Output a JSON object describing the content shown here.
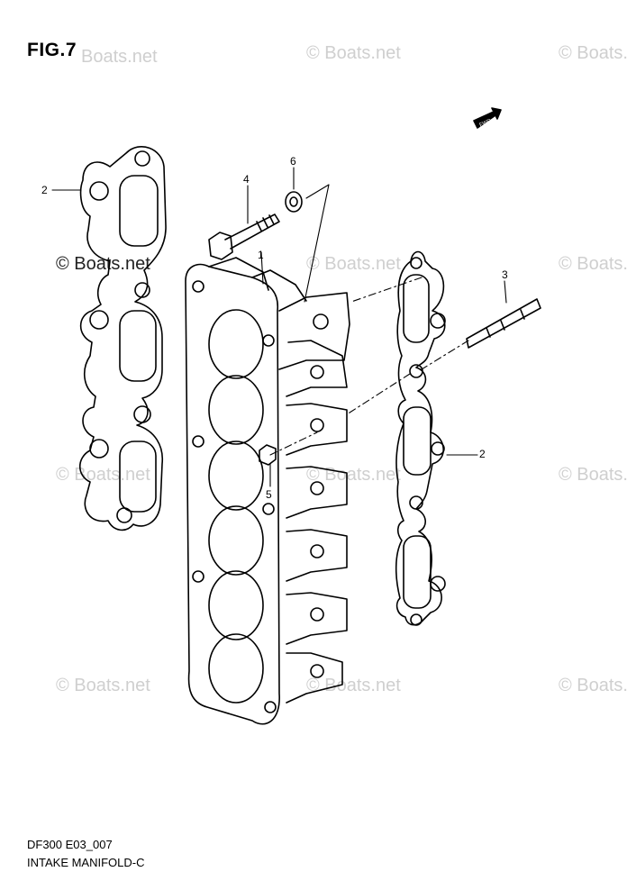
{
  "figure": {
    "label": "FIG.7"
  },
  "watermark": {
    "text": "© Boats.net",
    "text_short": "Boats.net"
  },
  "fwd_label": "FWD",
  "callouts": {
    "c1": "1",
    "c2a": "2",
    "c2b": "2",
    "c3": "3",
    "c4": "4",
    "c5": "5",
    "c6": "6"
  },
  "footer": {
    "code": "DF300 E03_007",
    "name": "INTAKE MANIFOLD-C"
  }
}
